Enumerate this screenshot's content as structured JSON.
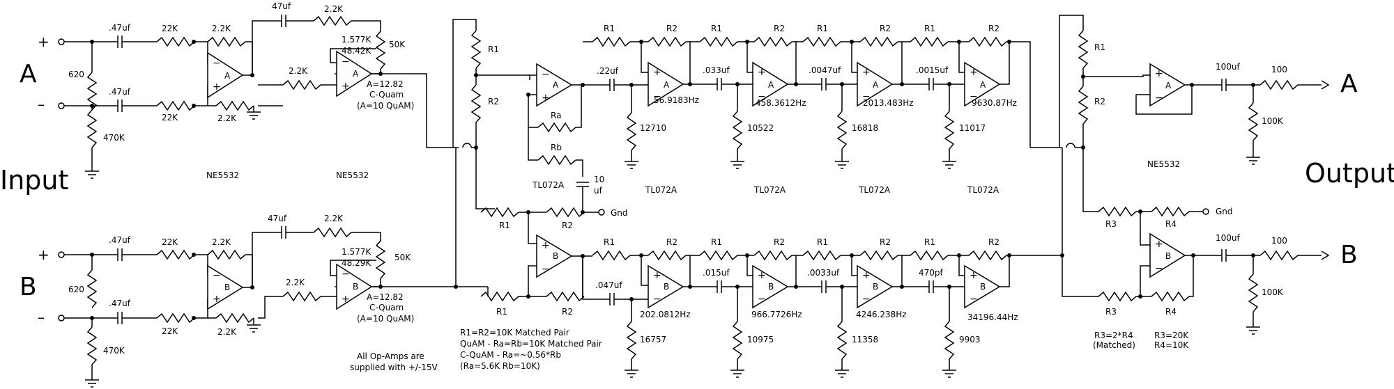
{
  "channels": {
    "top": "A",
    "bottom": "B"
  },
  "io": {
    "input_title": "Input",
    "output_title": "Output",
    "plus": "+",
    "minus": "–",
    "gnd": "Gnd"
  },
  "parts": {
    "r22k": "22K",
    "r2_2k": "2.2K",
    "r620": "620",
    "r470k": "470K",
    "c47": ".47uf",
    "c47big": "47uf",
    "pot50k": "50K",
    "pot_top_a": "1.577K",
    "pot_bot_a": "48.42K",
    "pot_top_b": "1.577K",
    "pot_bot_b": "48.29K",
    "gain1": "A=12.82",
    "gain2": "C-Quam",
    "gain3": "(A=10 QuAM)",
    "ne5532": "NE5532",
    "tl072a": "TL072A",
    "r1": "R1",
    "r2": "R2",
    "r3": "R3",
    "r4": "R4",
    "ra": "Ra",
    "rb": "Rb",
    "c10uf_1": "10",
    "c10uf_2": "uf",
    "c22": ".22uf",
    "c100uf": "100uf",
    "r100": "100",
    "r100k": "100K"
  },
  "allpass_a": [
    {
      "cap": ".22uf",
      "freq": "56.9183Hz",
      "r": "12710"
    },
    {
      "cap": ".033uf",
      "freq": "458.3612Hz",
      "r": "10522"
    },
    {
      "cap": ".0047uf",
      "freq": "2013.483Hz",
      "r": "16818"
    },
    {
      "cap": ".0015uf",
      "freq": "9630.87Hz",
      "r": "11017"
    }
  ],
  "allpass_b": [
    {
      "cap": ".047uf",
      "freq": "202.0812Hz",
      "r": "16757"
    },
    {
      "cap": ".015uf",
      "freq": "966.7726Hz",
      "r": "10975"
    },
    {
      "cap": ".0033uf",
      "freq": "4246.238Hz",
      "r": "11358"
    },
    {
      "cap": "470pf",
      "freq": "34196.44Hz",
      "r": "9903"
    }
  ],
  "notes": {
    "n1": "R1=R2=10K  Matched Pair",
    "n2": "QuAM - Ra=Rb=10K Matched Pair",
    "n3": "C-QuAM - Ra=~0.56*Rb",
    "n4": "(Ra=5.6K Rb=10K)",
    "supply1": "All Op-Amps are",
    "supply2": "supplied with +/-15V",
    "ratio1": "R3=2*R4",
    "ratio2": "(Matched)",
    "val1": "R3=20K",
    "val2": "R4=10K"
  }
}
